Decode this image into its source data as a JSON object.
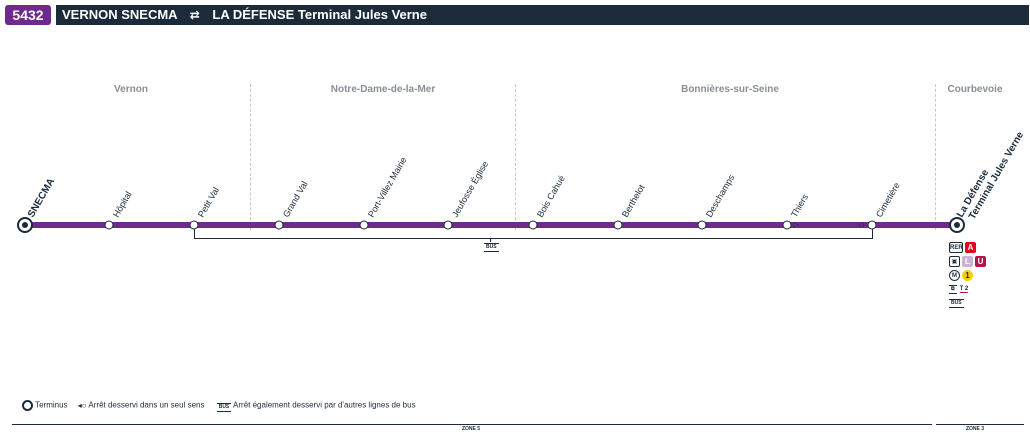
{
  "header": {
    "line_number": "5432",
    "origin": "VERNON SNECMA",
    "destination": "LA DÉFENSE Terminal Jules Verne"
  },
  "towns": [
    "Vernon",
    "Notre-Dame-de-la-Mer",
    "Bonnières-sur-Seine",
    "Courbevoie"
  ],
  "stops": [
    {
      "name": "SNECMA",
      "terminus": true
    },
    {
      "name": "Hôpital"
    },
    {
      "name": "Petit Val"
    },
    {
      "name": "Grand Val"
    },
    {
      "name": "Port-Villez Mairie"
    },
    {
      "name": "Jeufosse Église"
    },
    {
      "name": "Bois Cahué"
    },
    {
      "name": "Berthelot"
    },
    {
      "name": "Deschamps"
    },
    {
      "name": "Thiers"
    },
    {
      "name": "Cimetière"
    },
    {
      "name_line1": "La Défense",
      "name_line2": "Terminal Jules Verne",
      "terminus": true
    }
  ],
  "branch": {
    "tag": "BUS"
  },
  "connections": {
    "rer_label": "RER",
    "rer_lines": [
      "A"
    ],
    "train_lines": [
      "L",
      "U"
    ],
    "metro_label": "M",
    "metro_lines": [
      "1"
    ],
    "tram_lines": [
      "T 2"
    ],
    "bus_label": "BUS",
    "colors": {
      "A": "#e3051c",
      "L": "#c9b3d7",
      "U": "#b6134b",
      "1": "#ffcd00",
      "T2": "#b6134b"
    }
  },
  "legend": {
    "terminus": "Terminus",
    "one_way": "Arrêt desservi dans un seul sens",
    "bus_tag": "BUS",
    "other_bus": "Arrêt également desservi par d'autres lignes de bus"
  },
  "zones": {
    "zone5": "ZONE 5",
    "zone3": "ZONE 3"
  }
}
